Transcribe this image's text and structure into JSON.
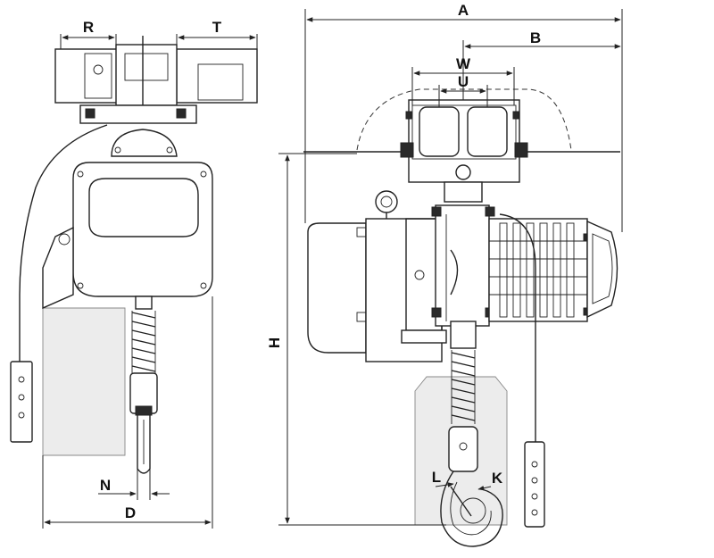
{
  "dimension_labels": {
    "R": "R",
    "T": "T",
    "N": "N",
    "D": "D",
    "A": "A",
    "B": "B",
    "W": "W",
    "U": "U",
    "H": "H",
    "L": "L",
    "K": "K"
  },
  "colors": {
    "line": "#222222",
    "ghost_fill": "#ececec",
    "background": "#ffffff"
  }
}
